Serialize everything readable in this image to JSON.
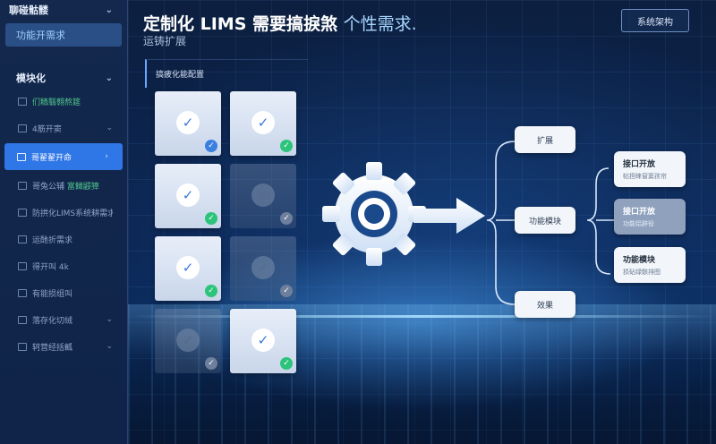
{
  "sidebar": {
    "top_label": "聊碰骷髅",
    "active_top": "功能开需求",
    "section": "模块化",
    "items": [
      {
        "label": "们粞翳翱熬筵",
        "style": "green"
      },
      {
        "label": "4筋开窦",
        "style": "normal"
      },
      {
        "label": "哥翟翟开命",
        "style": "selected"
      },
      {
        "label": "哥兔公辅",
        "accent": "富雠鼹獐",
        "style": "normal"
      },
      {
        "label": "防拱化LIMS系统耕需求",
        "style": "normal"
      },
      {
        "label": "运酏折需求",
        "style": "normal"
      },
      {
        "label": "得开叫 4k",
        "style": "normal"
      },
      {
        "label": "有能损组叫",
        "style": "normal"
      },
      {
        "label": "落存化切绒",
        "style": "normal"
      },
      {
        "label": "轲营经括瓤",
        "style": "normal"
      }
    ]
  },
  "header": {
    "title_main": "定制化 LIMS 需要搞捩煞",
    "title_light": "个性需求.",
    "subtitle": "运铸扩展",
    "arch_button": "系统架构"
  },
  "panel": {
    "title": "搞疲化能配置",
    "tiles": [
      {
        "state": "on",
        "mark": "blue"
      },
      {
        "state": "on",
        "mark": "green"
      },
      {
        "state": "on",
        "mark": "green"
      },
      {
        "state": "off",
        "mark": "grey"
      },
      {
        "state": "on",
        "mark": "green"
      },
      {
        "state": "off",
        "mark": "grey"
      },
      {
        "state": "off",
        "mark": "grey"
      },
      {
        "state": "on",
        "mark": "green"
      }
    ]
  },
  "tree": {
    "expand": "扩展",
    "module": "功能模块",
    "effect": "效果",
    "cards": [
      {
        "title": "接口开放",
        "sub": "帖担睐窗窦孩帘"
      },
      {
        "title": "接口开放",
        "sub": "功能铝辟役"
      },
      {
        "title": "功能模块",
        "sub": "损砧绿骸排图"
      }
    ]
  },
  "colors": {
    "accent": "#2f76e6",
    "check_green": "#2cc47a",
    "check_blue": "#3b7fe0"
  }
}
